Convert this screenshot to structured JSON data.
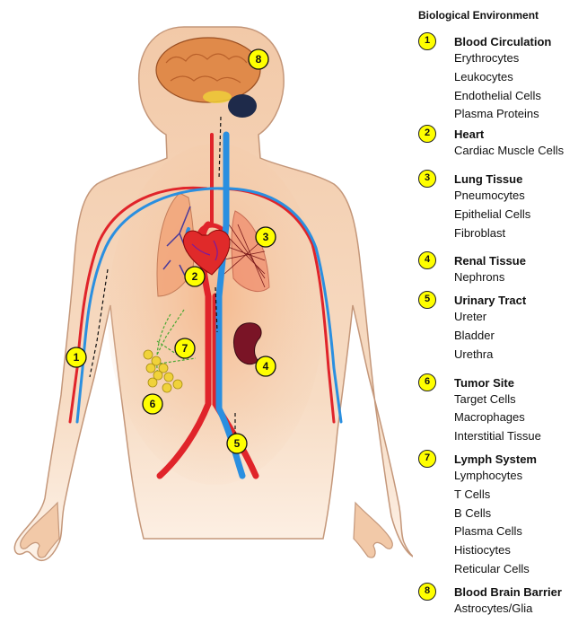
{
  "legend": {
    "title": "Biological Environment",
    "entries": [
      {
        "number": "1",
        "heading": "Blood Circulation",
        "items": [
          "Erythrocytes",
          "Leukocytes",
          "Endothelial Cells",
          "Plasma Proteins"
        ]
      },
      {
        "number": "2",
        "heading": "Heart",
        "items": [
          "Cardiac Muscle Cells"
        ]
      },
      {
        "number": "3",
        "heading": "Lung Tissue",
        "items": [
          "Pneumocytes",
          "Epithelial Cells",
          "Fibroblast"
        ]
      },
      {
        "number": "4",
        "heading": "Renal Tissue",
        "items": [
          "Nephrons"
        ]
      },
      {
        "number": "5",
        "heading": "Urinary Tract",
        "items": [
          "Ureter",
          "Bladder",
          "Urethra"
        ]
      },
      {
        "number": "6",
        "heading": "Tumor Site",
        "items": [
          "Target Cells",
          "Macrophages",
          "Interstitial Tissue"
        ]
      },
      {
        "number": "7",
        "heading": "Lymph System",
        "items": [
          "Lymphocytes",
          "T Cells",
          "B Cells",
          "Plasma Cells",
          "Histiocytes",
          "Reticular Cells"
        ]
      },
      {
        "number": "8",
        "heading": "Blood Brain Barrier",
        "items": [
          "Astrocytes/Glia"
        ]
      }
    ]
  },
  "markers": [
    "1",
    "2",
    "3",
    "4",
    "5",
    "6",
    "7",
    "8"
  ],
  "colors": {
    "badge": "#ffff00",
    "skin": "#f4cfb0",
    "artery": "#e0242a",
    "vein": "#2a8fe0",
    "kidney": "#7a1426",
    "brain": "#e08a4a"
  }
}
